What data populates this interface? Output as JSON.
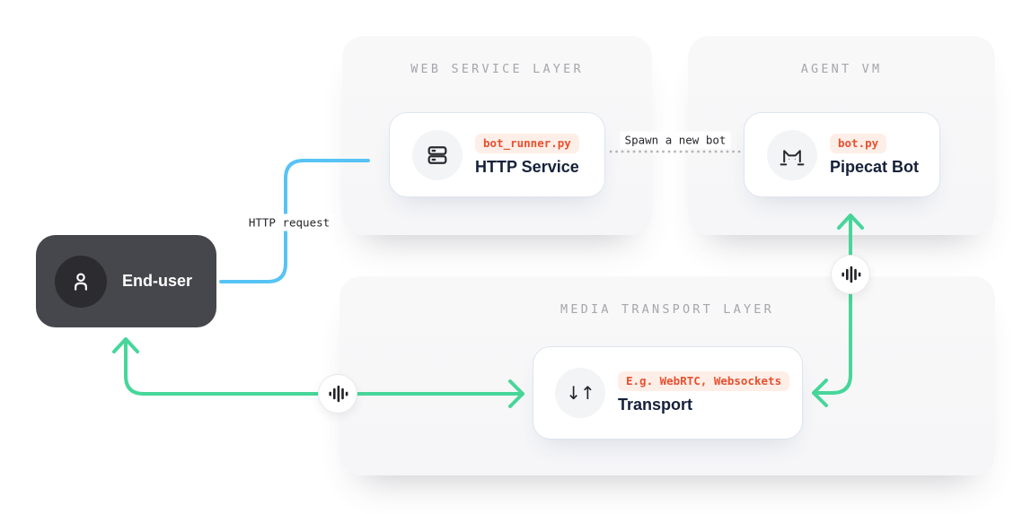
{
  "end_user": {
    "label": "End-user",
    "icon": "user-icon"
  },
  "web_service_layer": {
    "title": "WEB SERVICE LAYER",
    "card": {
      "icon": "server-icon",
      "badge": "bot_runner.py",
      "title": "HTTP Service"
    }
  },
  "agent_vm": {
    "title": "AGENT VM",
    "card": {
      "icon": "pipecat-cat-icon",
      "badge": "bot.py",
      "title": "Pipecat Bot"
    }
  },
  "media_transport_layer": {
    "title": "MEDIA TRANSPORT LAYER",
    "card": {
      "icon": "up-down-arrows-icon",
      "icon_glyph": "↓↑",
      "badge": "E.g. WebRTC, Websockets",
      "title": "Transport"
    }
  },
  "connections": {
    "http_request": {
      "label": "HTTP request",
      "color": "#57c3f5"
    },
    "spawn_bot": {
      "label": "Spawn a new bot",
      "color": "#b4b4b8",
      "style": "dotted"
    },
    "user_media": {
      "icon": "audio-waveform-icon",
      "color": "#47d69a"
    },
    "bot_media": {
      "icon": "audio-waveform-icon",
      "color": "#47d69a"
    }
  },
  "colors": {
    "badge_text": "#e8502f",
    "badge_bg": "#fdeee7",
    "card_title": "#15203a",
    "panel_title": "#a6a6ab",
    "panel_bg": "#f7f7f8",
    "end_user_bg": "#46464d",
    "label_text": "#26262b"
  }
}
